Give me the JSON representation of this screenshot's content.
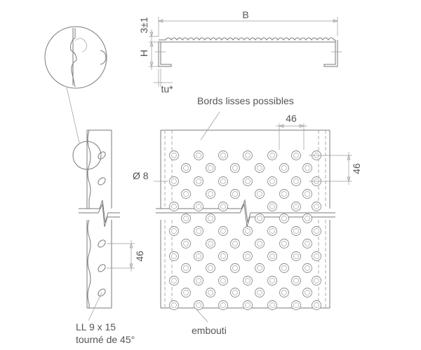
{
  "labels": {
    "width_b": "B",
    "height_h": "H",
    "tolerance": "3±1",
    "thickness": "tu*",
    "smooth_edges": "Bords lisses possibles",
    "pitch_top": "46",
    "pitch_right": "46",
    "pitch_side": "46",
    "hole_diameter": "Ø 8",
    "slot_line1": "LL 9 x 15",
    "slot_line2": "tourné de 45°",
    "embossed": "embouti"
  },
  "colors": {
    "line": "#7a7a7a",
    "text": "#555555"
  }
}
